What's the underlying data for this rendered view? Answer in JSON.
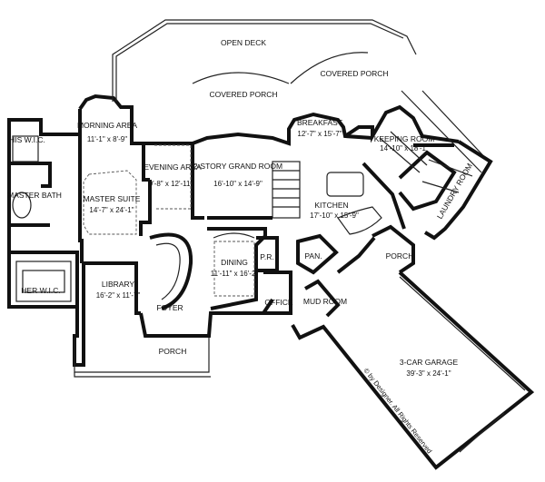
{
  "rooms": {
    "open_deck": {
      "name": "OPEN DECK",
      "dims": ""
    },
    "covered_porch_top": {
      "name": "COVERED PORCH",
      "dims": ""
    },
    "covered_porch_center": {
      "name": "COVERED PORCH",
      "dims": ""
    },
    "morning_area": {
      "name": "MORNING AREA",
      "dims": "11'-1\" x 8'-9\""
    },
    "his_wic": {
      "name": "HIS W.I.C.",
      "dims": ""
    },
    "master_bath": {
      "name": "MASTER BATH",
      "dims": ""
    },
    "master_suite": {
      "name": "MASTER SUITE",
      "dims": "14'-7\" x 24'-1\""
    },
    "her_wic": {
      "name": "HER W.I.C.",
      "dims": ""
    },
    "evening_area": {
      "name": "EVENING AREA",
      "dims": "9'-8\" x 12'-11\""
    },
    "grand_room": {
      "name": "2-STORY GRAND ROOM",
      "dims": "16'-10\" x 14'-9\""
    },
    "breakfast": {
      "name": "BREAKFAST",
      "dims": "12'-7\" x 15'-7\""
    },
    "keeping_room": {
      "name": "KEEPING ROOM",
      "dims": "14'-10\" x 18'-1\""
    },
    "kitchen": {
      "name": "KITCHEN",
      "dims": "17'-10\" x 15'-9\""
    },
    "laundry_room": {
      "name": "LAUNDRY ROOM",
      "dims": ""
    },
    "library": {
      "name": "LIBRARY",
      "dims": "16'-2\" x 11'-7\""
    },
    "dining": {
      "name": "DINING",
      "dims": "11'-11\" x 16'-2\""
    },
    "pr": {
      "name": "P.R.",
      "dims": ""
    },
    "pan": {
      "name": "PAN.",
      "dims": ""
    },
    "office": {
      "name": "OFFICE",
      "dims": ""
    },
    "mud_room": {
      "name": "MUD ROOM",
      "dims": ""
    },
    "foyer": {
      "name": "FOYER",
      "dims": ""
    },
    "porch_front": {
      "name": "PORCH",
      "dims": ""
    },
    "porch_side": {
      "name": "PORCH",
      "dims": ""
    },
    "garage": {
      "name": "3-CAR GARAGE",
      "dims": "39'-3\" x 24'-1\""
    }
  },
  "copyright": "© by Designer. All Rights Reserved",
  "colors": {
    "wall": "#111111",
    "background": "#ffffff"
  }
}
